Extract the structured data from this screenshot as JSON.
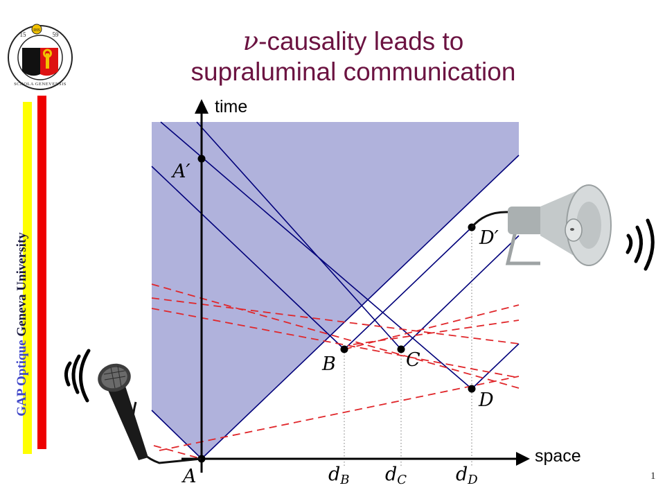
{
  "title": {
    "symbol": "ν",
    "line1": "-causality leads to",
    "line2": "supraluminal communication"
  },
  "sidebar": {
    "group": "GAP Optique",
    "university": "Geneva University"
  },
  "seal": {
    "year_left": "15",
    "year_right": "59",
    "badge": "IHS",
    "motto": "SCHOLA GENEVENSIS"
  },
  "axes": {
    "time_label": "time",
    "space_label": "space"
  },
  "events": {
    "A": "A",
    "A_prime": "A′",
    "B": "B",
    "C": "C",
    "D": "D",
    "D_prime": "D′"
  },
  "distances": {
    "dB_base": "d",
    "dB_sub": "B",
    "dC_base": "d",
    "dC_sub": "C",
    "dD_base": "d",
    "dD_sub": "D"
  },
  "colors": {
    "cone_fill": "#b0b2dc",
    "light_line": "#00007a",
    "simultaneity_line": "#e0262a",
    "title": "#6b1341"
  },
  "icons": [
    "microphone-icon",
    "megaphone-icon",
    "sound-wave-icon"
  ],
  "page_number": "1"
}
